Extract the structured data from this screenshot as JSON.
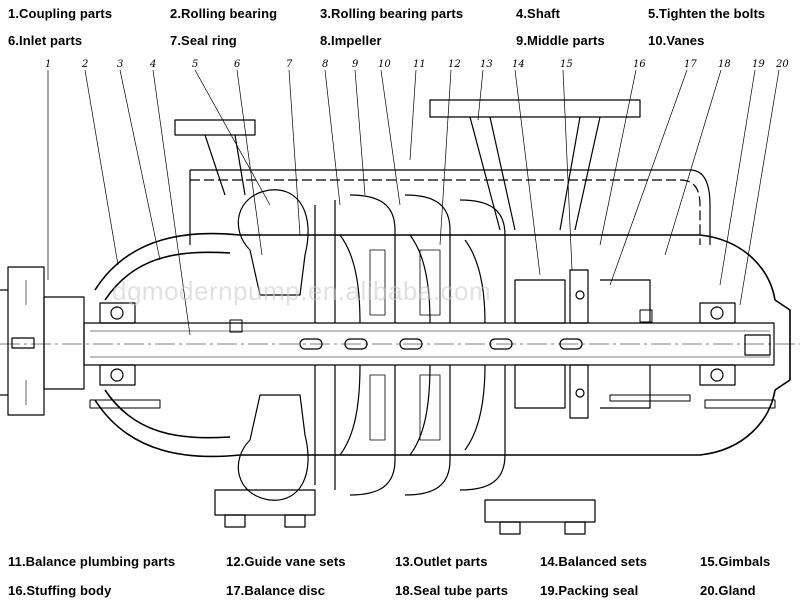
{
  "legend": {
    "top_row_1": [
      "1.Coupling parts",
      "2.Rolling bearing",
      "3.Rolling bearing parts",
      "4.Shaft",
      "5.Tighten the bolts"
    ],
    "top_row_2": [
      "6.Inlet parts",
      "7.Seal ring",
      "8.Impeller",
      "9.Middle parts",
      "10.Vanes"
    ],
    "bottom_row_1": [
      "11.Balance plumbing parts",
      "12.Guide vane sets",
      "13.Outlet parts",
      "14.Balanced sets",
      "15.Gimbals"
    ],
    "bottom_row_2": [
      "16.Stuffing body",
      "17.Balance disc",
      "18.Seal tube parts",
      "19.Packing seal",
      "20.Gland"
    ]
  },
  "callout_numbers": [
    "1",
    "2",
    "3",
    "4",
    "5",
    "6",
    "7",
    "8",
    "9",
    "10",
    "11",
    "12",
    "13",
    "14",
    "15",
    "16",
    "17",
    "18",
    "19",
    "20"
  ],
  "watermark": "dgmodernpump.en.alibaba.com",
  "colors": {
    "line": "#000000",
    "background": "#ffffff",
    "watermark": "#c8c8c8"
  }
}
